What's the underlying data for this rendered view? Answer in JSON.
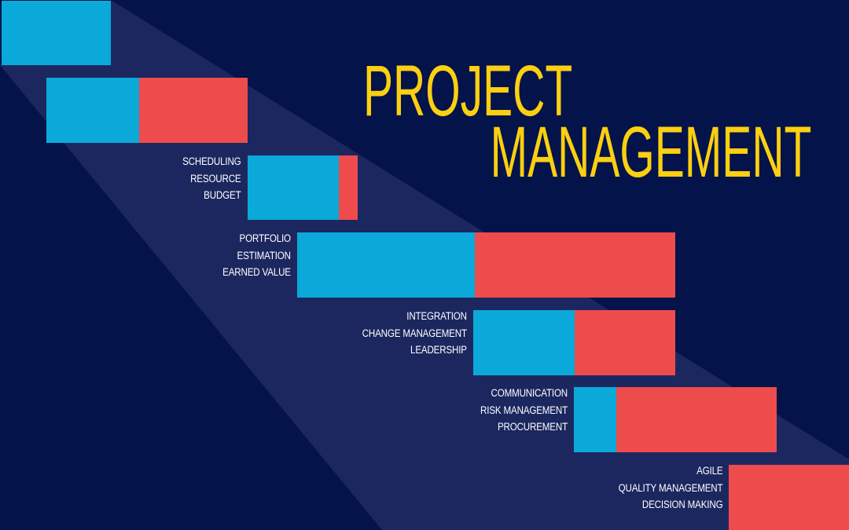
{
  "colors": {
    "background": "#04134a",
    "beam": "#1c275f",
    "blue": "#0ba9da",
    "red": "#ee4b4d",
    "title": "#fccf11",
    "label": "#ffffff"
  },
  "title": {
    "line1": "PROJECT",
    "line2": "MANAGEMENT"
  },
  "tasks": [
    {
      "id": "step-1",
      "blue": 1,
      "red": 0,
      "labels": []
    },
    {
      "id": "step-2",
      "blue": 0.46,
      "red": 0.54,
      "labels": []
    },
    {
      "id": "step-3",
      "blue": 0.83,
      "red": 0.17,
      "labels": [
        "SCHEDULING",
        "RESOURCE",
        "BUDGET"
      ]
    },
    {
      "id": "step-4",
      "blue": 0.47,
      "red": 0.53,
      "labels": [
        "PORTFOLIO",
        "ESTIMATION",
        "EARNED VALUE"
      ]
    },
    {
      "id": "step-5",
      "blue": 0.5,
      "red": 0.5,
      "labels": [
        "INTEGRATION",
        "CHANGE MANAGEMENT",
        "LEADERSHIP"
      ]
    },
    {
      "id": "step-6",
      "blue": 0.21,
      "red": 0.79,
      "labels": [
        "COMMUNICATION",
        "RISK MANAGEMENT",
        "PROCUREMENT"
      ]
    },
    {
      "id": "step-7",
      "blue": 0,
      "red": 1,
      "labels": [
        "AGILE",
        "QUALITY MANAGEMENT",
        "DECISION MAKING"
      ]
    }
  ]
}
